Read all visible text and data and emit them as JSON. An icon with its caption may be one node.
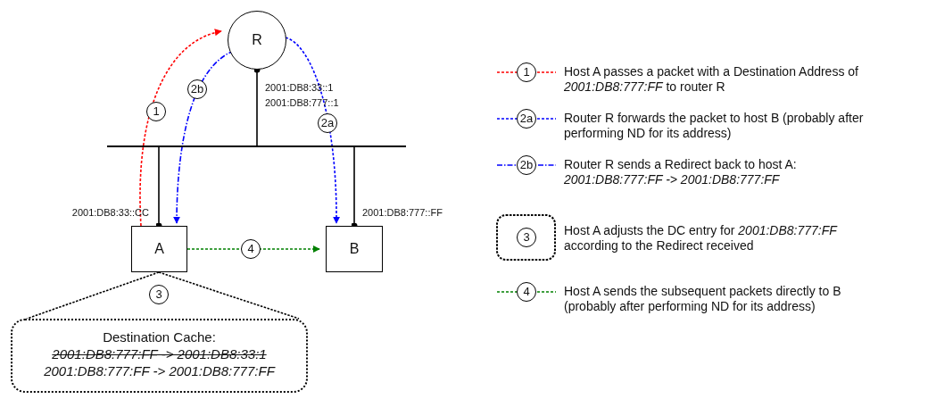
{
  "diagram": {
    "nodes": [
      {
        "text": [
          "R"
        ],
        "beside": [
          "2001:DB8:33::1",
          "2001:DB8:777::1"
        ]
      },
      {
        "text": [],
        "shape": "bar"
      },
      {
        "text": [
          "A"
        ],
        "beside": [
          "2001:DB8:33::CC"
        ]
      },
      {
        "text": [
          "B"
        ],
        "beside": [
          "2001:DB8:777::FF"
        ]
      },
      {
        "text": [
          "Destination Cache:",
          "2001:DB8:777:FF -> 2001:DB8:33:1",
          "2001:DB8:777:FF -> 2001:DB8:777:FF"
        ]
      }
    ],
    "edges": [
      {
        "from": 2,
        "to": 0,
        "arrow": "to",
        "label": "1",
        "style": "dashed",
        "color": "#ff0000"
      },
      {
        "from": 0,
        "to": 3,
        "arrow": "to",
        "label": "2a",
        "style": "dashed",
        "color": "#0000ff"
      },
      {
        "from": 0,
        "to": 2,
        "arrow": "to",
        "label": "2b",
        "style": "dashed",
        "color": "#0000ff"
      },
      {
        "from": 2,
        "to": 3,
        "arrow": "to",
        "label": "4",
        "style": "dashed",
        "color": "#008000"
      },
      {
        "from": 0,
        "to": 1,
        "arrow": "other"
      },
      {
        "from": 2,
        "to": 1,
        "arrow": "other"
      },
      {
        "from": 3,
        "to": 1,
        "arrow": "other"
      },
      {
        "from": 2,
        "to": 4,
        "arrow": "none",
        "label": "3",
        "style": "dashed"
      }
    ],
    "labels": [
      "1",
      "2a",
      "2b",
      "3",
      "4"
    ],
    "legend": [
      {
        "text": "Host A passes a packet with a Destination Address of *2001:DB8:777:FF* to router R"
      },
      {
        "text": "Router R forwards the packet to host B (probably after performing ND for its address)"
      },
      {
        "text": "Router R sends a Redirect back to host A: *2001:DB8:777:FF -> 2001:DB8:777:FF*"
      },
      {
        "text": "Host A adjusts the DC entry for *2001:DB8:777:FF* according to the Redirect received"
      },
      {
        "text": "Host A sends the subsequent packets directly to B (probably after performing ND for its address)"
      }
    ]
  }
}
